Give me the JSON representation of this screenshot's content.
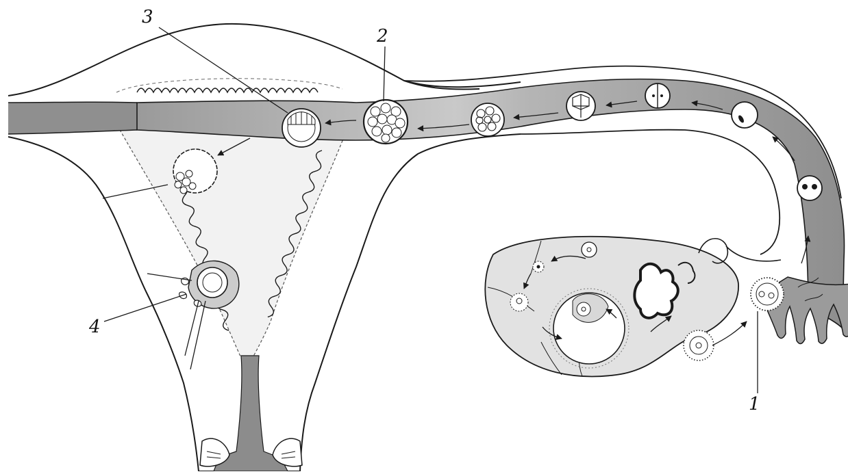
{
  "labels": {
    "one": "1",
    "two": "2",
    "three": "3",
    "four": "4"
  },
  "colors": {
    "line": "#1a1a1a",
    "tube_fill": "#8c8c8c",
    "tube_light": "#cfcfcf",
    "tissue": "#e6e6e6",
    "background": "#ffffff"
  }
}
